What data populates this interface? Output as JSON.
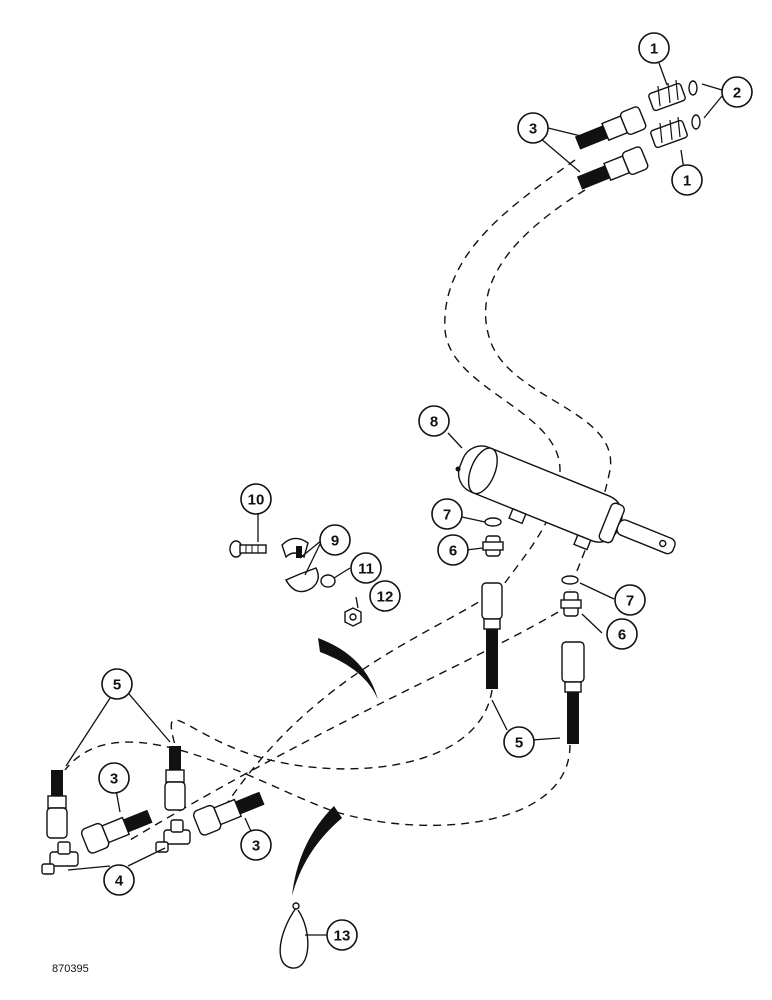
{
  "figure_number": "870395",
  "callouts": [
    {
      "id": "c1a",
      "label": "1"
    },
    {
      "id": "c1b",
      "label": "1"
    },
    {
      "id": "c2",
      "label": "2"
    },
    {
      "id": "c3a",
      "label": "3"
    },
    {
      "id": "c3b",
      "label": "3"
    },
    {
      "id": "c3c",
      "label": "3"
    },
    {
      "id": "c4",
      "label": "4"
    },
    {
      "id": "c5a",
      "label": "5"
    },
    {
      "id": "c5b",
      "label": "5"
    },
    {
      "id": "c6a",
      "label": "6"
    },
    {
      "id": "c6b",
      "label": "6"
    },
    {
      "id": "c7a",
      "label": "7"
    },
    {
      "id": "c7b",
      "label": "7"
    },
    {
      "id": "c8",
      "label": "8"
    },
    {
      "id": "c9",
      "label": "9"
    },
    {
      "id": "c10",
      "label": "10"
    },
    {
      "id": "c11",
      "label": "11"
    },
    {
      "id": "c12",
      "label": "12"
    },
    {
      "id": "c13",
      "label": "13"
    }
  ]
}
